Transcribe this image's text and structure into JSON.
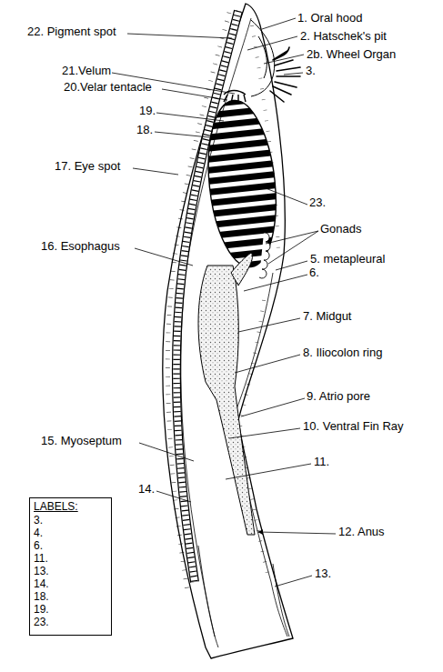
{
  "diagram": {
    "nodes": [
      {
        "text": [
          "LABELS:",
          "3.",
          "4.",
          "6.",
          "11.",
          "13.",
          "14.",
          "18.",
          "19.",
          "23."
        ]
      }
    ],
    "labels": [
      "1. Oral hood",
      "2. Hatschek's pit",
      "2b. Wheel Organ",
      "3.",
      "22. Pigment spot",
      "21.Velum",
      "20.Velar tentacle",
      "19.",
      "18.",
      "17. Eye spot",
      "23.",
      "Gonads",
      "5. metapleural",
      "6.",
      "16. Esophagus",
      "7. Midgut",
      "8. Iliocolon ring",
      "9. Atrio pore",
      "10. Ventral Fin Ray",
      "15. Myoseptum",
      "11.",
      "14.",
      "12. Anus",
      "13."
    ]
  }
}
